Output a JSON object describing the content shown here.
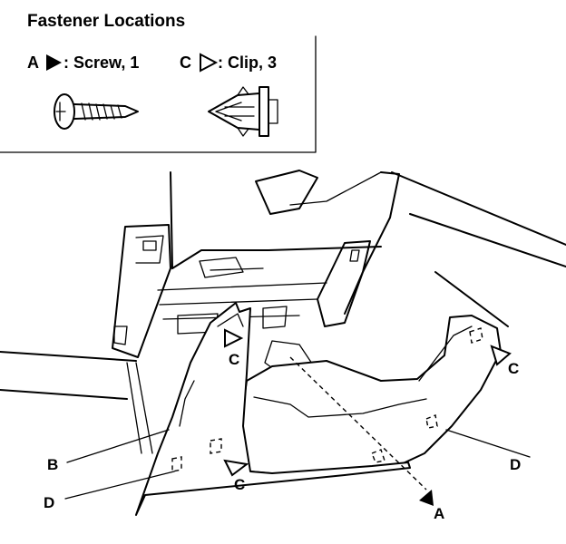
{
  "title": "Fastener Locations",
  "legend": {
    "a_letter": "A",
    "a_text": ": Screw, 1",
    "c_letter": "C",
    "c_text": ": Clip, 3"
  },
  "callouts": {
    "a": "A",
    "b": "B",
    "c1": "C",
    "c2": "C",
    "c3": "C",
    "d_left": "D",
    "d_right": "D"
  }
}
